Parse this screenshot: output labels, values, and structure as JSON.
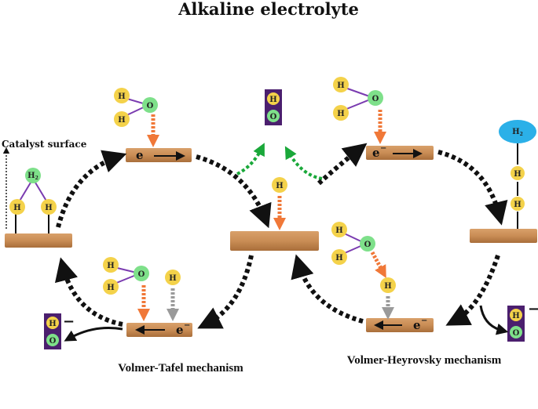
{
  "title": "Alkaline electrolyte",
  "catalyst_label": "Catalyst surface",
  "captions": {
    "tafel": "Volmer-Tafel mechanism",
    "heyrovsky": "Volmer-Heyrovsky mechanism"
  },
  "atoms": {
    "h": "H",
    "o": "O",
    "h2": "H",
    "h2_sub": "2"
  },
  "electron": "e",
  "electron_sup": "−",
  "charge_minus": "−",
  "colors": {
    "hydrogen": "#f4d24a",
    "oxygen": "#7ee08a",
    "h2_molecule": "#2bb0e8",
    "bond": "#7a3bb0",
    "electrode": "#c98d55",
    "electrode_dark": "#9c6330",
    "hydroxide_bar": "#4b1f6e",
    "cycle_arrow": "#111111",
    "release_arrow": "#1aa83a",
    "reactant_arrow": "#f07838",
    "h_arrow": "#9a9a9a"
  }
}
